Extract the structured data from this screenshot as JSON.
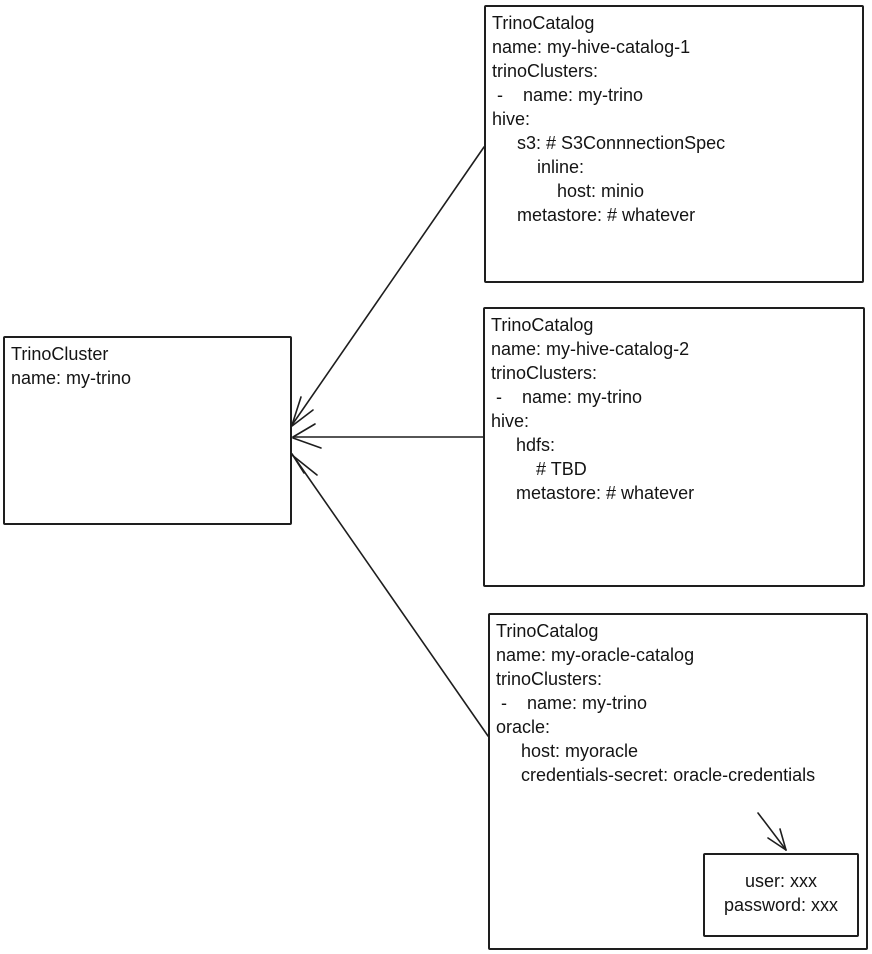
{
  "colors": {
    "stroke": "#1e1e1e",
    "text": "#141414",
    "background": "#ffffff"
  },
  "cluster_box": {
    "lines": [
      "TrinoCluster",
      "name: my-trino"
    ]
  },
  "catalog_boxes": [
    {
      "name": "my-hive-catalog-1",
      "lines": [
        "TrinoCatalog",
        "name: my-hive-catalog-1",
        "trinoClusters:",
        " -    name: my-trino",
        "hive:",
        "     s3: # S3ConnnectionSpec",
        "         inline:",
        "             host: minio",
        "     metastore: # whatever"
      ]
    },
    {
      "name": "my-hive-catalog-2",
      "lines": [
        "TrinoCatalog",
        "name: my-hive-catalog-2",
        "trinoClusters:",
        " -    name: my-trino",
        "hive:",
        "     hdfs:",
        "         # TBD",
        "     metastore: # whatever"
      ]
    },
    {
      "name": "my-oracle-catalog",
      "lines": [
        "TrinoCatalog",
        "name: my-oracle-catalog",
        "trinoClusters:",
        " -    name: my-trino",
        "oracle:",
        "     host: myoracle",
        "     credentials-secret: oracle-credentials"
      ]
    }
  ],
  "secret_box": {
    "lines": [
      "user: xxx",
      "password: xxx"
    ]
  }
}
